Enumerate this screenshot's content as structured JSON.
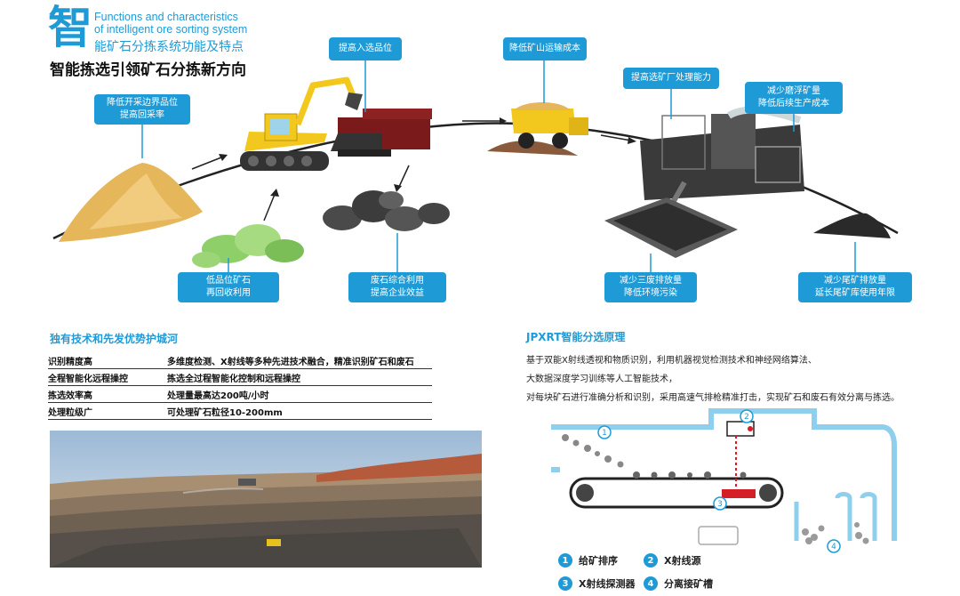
{
  "header": {
    "big_char": "智",
    "en_line1": "Functions and characteristics",
    "en_line2": "of intelligent ore sorting system",
    "cn_subtitle": "能矿石分拣系统功能及特点",
    "main_title": "智能拣选引领矿石分拣新方向"
  },
  "callouts": {
    "c1": "降低开采边界品位\n提高回采率",
    "c2": "提高入选品位",
    "c3": "降低矿山运输成本",
    "c4": "提高选矿厂处理能力",
    "c5": "减少磨浮矿量\n降低后续生产成本",
    "c6": "低品位矿石\n再回收利用",
    "c7": "废石综合利用\n提高企业效益",
    "c8": "减少三废排放量\n降低环境污染",
    "c9": "减少尾矿排放量\n延长尾矿库使用年限"
  },
  "features": {
    "heading": "独有技术和先发优势护城河",
    "rows": [
      {
        "label": "识别精度高",
        "value": "多维度检测、X射线等多种先进技术融合，精准识别矿石和废石"
      },
      {
        "label": "全程智能化远程操控",
        "value": "拣选全过程智能化控制和远程操控"
      },
      {
        "label": "拣选效率高",
        "value": "处理量最高达200吨/小时"
      },
      {
        "label": "处理粒级广",
        "value": "可处理矿石粒径10-200mm"
      }
    ]
  },
  "principle": {
    "heading": "JPXRT智能分选原理",
    "lines": [
      "基于双能X射线透视和物质识别，利用机器视觉检测技术和神经网络算法、",
      "大数据深度学习训练等人工智能技术，",
      "对每块矿石进行准确分析和识别，采用高速气排枪精准打击，实现矿石和废石有效分离与拣选。"
    ],
    "legend": [
      {
        "num": "1",
        "label": "给矿排序"
      },
      {
        "num": "2",
        "label": "X射线源"
      },
      {
        "num": "3",
        "label": "X射线探测器"
      },
      {
        "num": "4",
        "label": "分离接矿槽"
      }
    ]
  },
  "colors": {
    "accent": "#1e9bd7",
    "ore_yellow": "#e6b65a",
    "excavator": "#f2c81e",
    "waste_rock": "#4a4a4a",
    "low_grade": "#8fcf6a"
  }
}
